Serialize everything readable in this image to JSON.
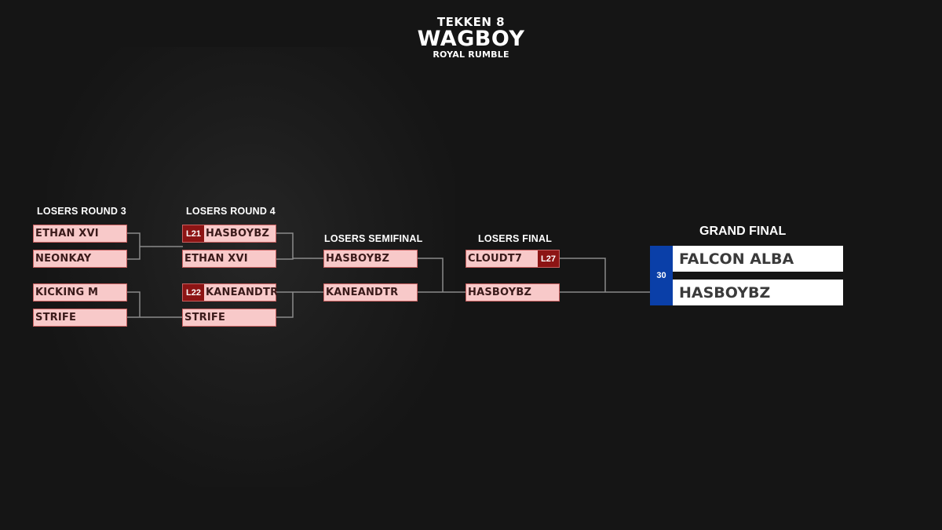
{
  "logo": {
    "line1": "TEKKEN 8",
    "line2": "WAGBOY",
    "line3": "ROYAL RUMBLE"
  },
  "rounds": {
    "r3": "LOSERS ROUND 3",
    "r4": "LOSERS ROUND 4",
    "semi": "LOSERS SEMIFINAL",
    "final": "LOSERS FINAL",
    "grand": "GRAND FINAL"
  },
  "r3": {
    "m1": {
      "p1": "ETHAN XVI",
      "p2": "NEONKAY"
    },
    "m2": {
      "p1": "KICKING M",
      "p2": "STRIFE"
    }
  },
  "r4": {
    "m1": {
      "seed": "L21",
      "p1": "HASBOYBZ",
      "p2": "ETHAN XVI"
    },
    "m2": {
      "seed": "L22",
      "p1": "KANEANDTR",
      "p2": "STRIFE"
    }
  },
  "semi": {
    "p1": "HASBOYBZ",
    "p2": "KANEANDTR"
  },
  "final": {
    "p1": "CLOUDT7",
    "seed": "L27",
    "p2": "HASBOYBZ"
  },
  "grand": {
    "seed": "30",
    "p1": "FALCON ALBA",
    "p2": "HASBOYBZ"
  },
  "colors": {
    "background": "#151515",
    "slot": "#f8c9c9",
    "seed_red": "#8c1414",
    "seed_blue": "#0a3fa8",
    "connector": "#8a8a8a"
  }
}
